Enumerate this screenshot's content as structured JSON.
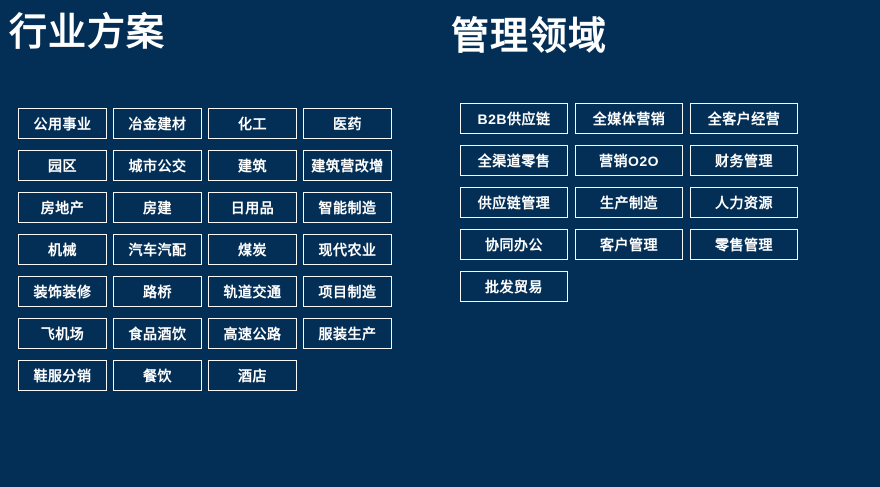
{
  "theme": {
    "background_color": "#032e55",
    "text_color": "#ffffff",
    "tile_border_color": "#f8f8f8"
  },
  "sections": {
    "industry": {
      "title": "行业方案",
      "items": [
        "公用事业",
        "冶金建材",
        "化工",
        "医药",
        "园区",
        "城市公交",
        "建筑",
        "建筑营改增",
        "房地产",
        "房建",
        "日用品",
        "智能制造",
        "机械",
        "汽车汽配",
        "煤炭",
        "现代农业",
        "装饰装修",
        "路桥",
        "轨道交通",
        "项目制造",
        "飞机场",
        "食品酒饮",
        "高速公路",
        "服装生产",
        "鞋服分销",
        "餐饮",
        "酒店"
      ]
    },
    "management": {
      "title": "管理领域",
      "items": [
        "B2B供应链",
        "全媒体营销",
        "全客户经营",
        "全渠道零售",
        "营销O2O",
        "财务管理",
        "供应链管理",
        "生产制造",
        "人力资源",
        "协同办公",
        "客户管理",
        "零售管理",
        "批发贸易"
      ]
    }
  }
}
